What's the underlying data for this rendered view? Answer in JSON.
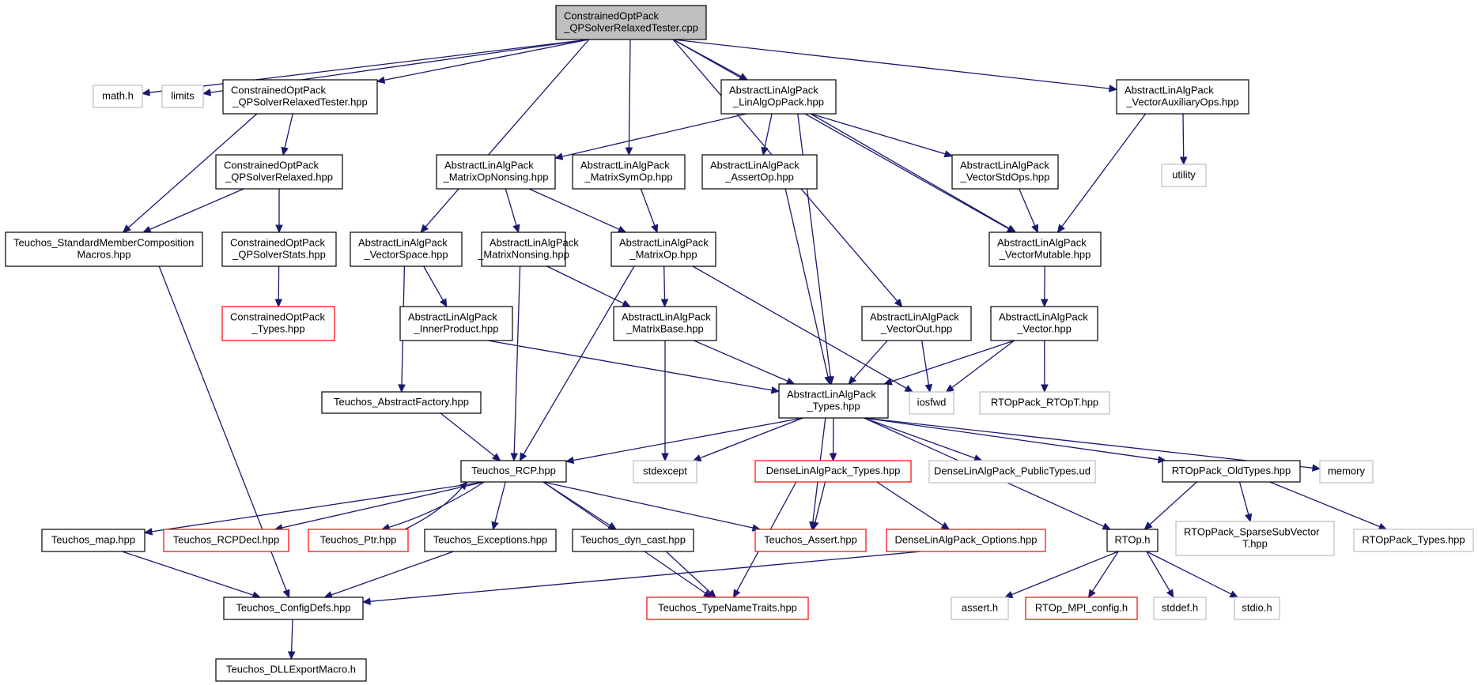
{
  "diagram": {
    "type": "include-dependency-graph",
    "colors": {
      "edge": "#191970",
      "root_fill": "#bfbfbf",
      "normal_border": "#000000",
      "truncated_border": "#ff0000",
      "external_border": "#bfbfbf",
      "text": "#000000"
    },
    "nodes": [
      {
        "id": "root",
        "style": "root",
        "lines": [
          "ConstrainedOptPack",
          "_QPSolverRelaxedTester.cpp"
        ]
      },
      {
        "id": "math_h",
        "style": "external",
        "lines": [
          "math.h"
        ]
      },
      {
        "id": "limits",
        "style": "external",
        "lines": [
          "limits"
        ]
      },
      {
        "id": "cop_tester_hpp",
        "style": "normal",
        "lines": [
          "ConstrainedOptPack",
          "_QPSolverRelaxedTester.hpp"
        ]
      },
      {
        "id": "ala_linalgoppack",
        "style": "normal",
        "lines": [
          "AbstractLinAlgPack",
          "_LinAlgOpPack.hpp"
        ]
      },
      {
        "id": "ala_vecauxops",
        "style": "normal",
        "lines": [
          "AbstractLinAlgPack",
          "_VectorAuxiliaryOps.hpp"
        ]
      },
      {
        "id": "utility",
        "style": "external",
        "lines": [
          "utility"
        ]
      },
      {
        "id": "cop_relaxed",
        "style": "normal",
        "lines": [
          "ConstrainedOptPack",
          "_QPSolverRelaxed.hpp"
        ]
      },
      {
        "id": "ala_matopnonsing",
        "style": "normal",
        "lines": [
          "AbstractLinAlgPack",
          "_MatrixOpNonsing.hpp"
        ]
      },
      {
        "id": "ala_matsymop",
        "style": "normal",
        "lines": [
          "AbstractLinAlgPack",
          "_MatrixSymOp.hpp"
        ]
      },
      {
        "id": "ala_assertop",
        "style": "normal",
        "lines": [
          "AbstractLinAlgPack",
          "_AssertOp.hpp"
        ]
      },
      {
        "id": "ala_vecstdops",
        "style": "normal",
        "lines": [
          "AbstractLinAlgPack",
          "_VectorStdOps.hpp"
        ]
      },
      {
        "id": "teuchos_smc",
        "style": "normal",
        "lines": [
          "Teuchos_StandardMemberComposition",
          "Macros.hpp"
        ]
      },
      {
        "id": "cop_stats",
        "style": "normal",
        "lines": [
          "ConstrainedOptPack",
          "_QPSolverStats.hpp"
        ]
      },
      {
        "id": "ala_vecspace",
        "style": "normal",
        "lines": [
          "AbstractLinAlgPack",
          "_VectorSpace.hpp"
        ]
      },
      {
        "id": "ala_matnonsing",
        "style": "normal",
        "lines": [
          "AbstractLinAlgPack",
          "_MatrixNonsing.hpp"
        ]
      },
      {
        "id": "ala_matop",
        "style": "normal",
        "lines": [
          "AbstractLinAlgPack",
          "_MatrixOp.hpp"
        ]
      },
      {
        "id": "ala_vecmutable",
        "style": "normal",
        "lines": [
          "AbstractLinAlgPack",
          "_VectorMutable.hpp"
        ]
      },
      {
        "id": "cop_types",
        "style": "truncated",
        "lines": [
          "ConstrainedOptPack",
          "_Types.hpp"
        ]
      },
      {
        "id": "ala_innerprod",
        "style": "normal",
        "lines": [
          "AbstractLinAlgPack",
          "_InnerProduct.hpp"
        ]
      },
      {
        "id": "ala_matbase",
        "style": "normal",
        "lines": [
          "AbstractLinAlgPack",
          "_MatrixBase.hpp"
        ]
      },
      {
        "id": "ala_vecout",
        "style": "normal",
        "lines": [
          "AbstractLinAlgPack",
          "_VectorOut.hpp"
        ]
      },
      {
        "id": "ala_vector",
        "style": "normal",
        "lines": [
          "AbstractLinAlgPack",
          "_Vector.hpp"
        ]
      },
      {
        "id": "teuchos_absfactory",
        "style": "normal",
        "lines": [
          "Teuchos_AbstractFactory.hpp"
        ]
      },
      {
        "id": "ala_types",
        "style": "normal",
        "lines": [
          "AbstractLinAlgPack",
          "_Types.hpp"
        ]
      },
      {
        "id": "iosfwd",
        "style": "external",
        "lines": [
          "iosfwd"
        ]
      },
      {
        "id": "rtop_rtopt",
        "style": "external",
        "lines": [
          "RTOpPack_RTOpT.hpp"
        ]
      },
      {
        "id": "teuchos_rcp",
        "style": "normal",
        "lines": [
          "Teuchos_RCP.hpp"
        ]
      },
      {
        "id": "stdexcept",
        "style": "external",
        "lines": [
          "stdexcept"
        ]
      },
      {
        "id": "dla_types",
        "style": "truncated",
        "lines": [
          "DenseLinAlgPack_Types.hpp"
        ]
      },
      {
        "id": "dla_publictypes",
        "style": "external",
        "lines": [
          "DenseLinAlgPack_PublicTypes.ud"
        ]
      },
      {
        "id": "rtop_oldtypes",
        "style": "normal",
        "lines": [
          "RTOpPack_OldTypes.hpp"
        ]
      },
      {
        "id": "memory",
        "style": "external",
        "lines": [
          "memory"
        ]
      },
      {
        "id": "teuchos_map",
        "style": "normal",
        "lines": [
          "Teuchos_map.hpp"
        ]
      },
      {
        "id": "teuchos_rcpdecl",
        "style": "truncated",
        "lines": [
          "Teuchos_RCPDecl.hpp"
        ]
      },
      {
        "id": "teuchos_ptr",
        "style": "truncated",
        "lines": [
          "Teuchos_Ptr.hpp"
        ]
      },
      {
        "id": "teuchos_exceptions",
        "style": "normal",
        "lines": [
          "Teuchos_Exceptions.hpp"
        ]
      },
      {
        "id": "teuchos_dyncast",
        "style": "normal",
        "lines": [
          "Teuchos_dyn_cast.hpp"
        ]
      },
      {
        "id": "teuchos_assert",
        "style": "truncated",
        "lines": [
          "Teuchos_Assert.hpp"
        ]
      },
      {
        "id": "dla_options",
        "style": "truncated",
        "lines": [
          "DenseLinAlgPack_Options.hpp"
        ]
      },
      {
        "id": "rtop_h",
        "style": "normal",
        "lines": [
          "RTOp.h"
        ]
      },
      {
        "id": "rtop_sparsesub",
        "style": "external",
        "lines": [
          "RTOpPack_SparseSubVector",
          "T.hpp"
        ]
      },
      {
        "id": "rtop_types",
        "style": "external",
        "lines": [
          "RTOpPack_Types.hpp"
        ]
      },
      {
        "id": "teuchos_configdefs",
        "style": "normal",
        "lines": [
          "Teuchos_ConfigDefs.hpp"
        ]
      },
      {
        "id": "teuchos_typenametraits",
        "style": "truncated",
        "lines": [
          "Teuchos_TypeNameTraits.hpp"
        ]
      },
      {
        "id": "assert_h",
        "style": "external",
        "lines": [
          "assert.h"
        ]
      },
      {
        "id": "rtop_mpi",
        "style": "truncated",
        "lines": [
          "RTOp_MPI_config.h"
        ]
      },
      {
        "id": "stddef_h",
        "style": "external",
        "lines": [
          "stddef.h"
        ]
      },
      {
        "id": "stdio_h",
        "style": "external",
        "lines": [
          "stdio.h"
        ]
      },
      {
        "id": "teuchos_dllexport",
        "style": "normal",
        "lines": [
          "Teuchos_DLLExportMacro.h"
        ]
      }
    ],
    "edges": [
      [
        "root",
        "math_h"
      ],
      [
        "root",
        "limits"
      ],
      [
        "root",
        "cop_tester_hpp"
      ],
      [
        "root",
        "ala_vecspace"
      ],
      [
        "root",
        "ala_matsymop"
      ],
      [
        "root",
        "ala_linalgoppack"
      ],
      [
        "root",
        "ala_vecout"
      ],
      [
        "root",
        "ala_vecmutable"
      ],
      [
        "root",
        "ala_vecauxops"
      ],
      [
        "cop_tester_hpp",
        "teuchos_smc"
      ],
      [
        "cop_tester_hpp",
        "cop_relaxed"
      ],
      [
        "cop_relaxed",
        "teuchos_smc"
      ],
      [
        "cop_relaxed",
        "cop_stats"
      ],
      [
        "cop_stats",
        "cop_types"
      ],
      [
        "teuchos_smc",
        "teuchos_configdefs"
      ],
      [
        "ala_linalgoppack",
        "ala_matopnonsing"
      ],
      [
        "ala_linalgoppack",
        "ala_assertop"
      ],
      [
        "ala_linalgoppack",
        "ala_types"
      ],
      [
        "ala_linalgoppack",
        "ala_vecstdops"
      ],
      [
        "ala_linalgoppack",
        "ala_vecmutable"
      ],
      [
        "ala_vecauxops",
        "utility"
      ],
      [
        "ala_vecauxops",
        "ala_vecmutable"
      ],
      [
        "ala_vecstdops",
        "ala_vecmutable"
      ],
      [
        "ala_matopnonsing",
        "ala_matnonsing"
      ],
      [
        "ala_matopnonsing",
        "ala_matop"
      ],
      [
        "ala_matsymop",
        "ala_matop"
      ],
      [
        "ala_assertop",
        "ala_types"
      ],
      [
        "ala_vecspace",
        "ala_innerprod"
      ],
      [
        "ala_vecspace",
        "teuchos_absfactory"
      ],
      [
        "ala_matnonsing",
        "ala_matbase"
      ],
      [
        "ala_matnonsing",
        "teuchos_rcp"
      ],
      [
        "ala_matop",
        "ala_matbase"
      ],
      [
        "ala_matop",
        "teuchos_rcp"
      ],
      [
        "ala_matop",
        "iosfwd"
      ],
      [
        "ala_vecmutable",
        "ala_vector"
      ],
      [
        "ala_innerprod",
        "ala_types"
      ],
      [
        "ala_matbase",
        "ala_types"
      ],
      [
        "ala_matbase",
        "stdexcept"
      ],
      [
        "ala_vecout",
        "ala_types"
      ],
      [
        "ala_vecout",
        "iosfwd"
      ],
      [
        "ala_vector",
        "ala_types"
      ],
      [
        "ala_vector",
        "iosfwd"
      ],
      [
        "ala_vector",
        "rtop_rtopt"
      ],
      [
        "teuchos_absfactory",
        "teuchos_rcp"
      ],
      [
        "ala_types",
        "teuchos_rcp"
      ],
      [
        "ala_types",
        "stdexcept"
      ],
      [
        "ala_types",
        "teuchos_assert"
      ],
      [
        "ala_types",
        "dla_types"
      ],
      [
        "ala_types",
        "dla_publictypes"
      ],
      [
        "ala_types",
        "rtop_oldtypes"
      ],
      [
        "ala_types",
        "memory"
      ],
      [
        "ala_types",
        "rtop_h"
      ],
      [
        "teuchos_rcp",
        "teuchos_map"
      ],
      [
        "teuchos_rcp",
        "teuchos_rcpdecl"
      ],
      [
        "teuchos_rcp",
        "teuchos_ptr"
      ],
      [
        "teuchos_ptr",
        "teuchos_rcp"
      ],
      [
        "teuchos_rcp",
        "teuchos_exceptions"
      ],
      [
        "teuchos_rcp",
        "teuchos_dyncast"
      ],
      [
        "teuchos_rcp",
        "teuchos_assert"
      ],
      [
        "teuchos_rcp",
        "teuchos_typenametraits"
      ],
      [
        "dla_types",
        "teuchos_assert"
      ],
      [
        "dla_types",
        "dla_options"
      ],
      [
        "dla_types",
        "teuchos_typenametraits"
      ],
      [
        "rtop_oldtypes",
        "rtop_h"
      ],
      [
        "rtop_oldtypes",
        "rtop_sparsesub"
      ],
      [
        "rtop_oldtypes",
        "rtop_types"
      ],
      [
        "teuchos_map",
        "teuchos_configdefs"
      ],
      [
        "teuchos_exceptions",
        "teuchos_configdefs"
      ],
      [
        "teuchos_dyncast",
        "teuchos_typenametraits"
      ],
      [
        "dla_options",
        "teuchos_configdefs"
      ],
      [
        "rtop_h",
        "assert_h"
      ],
      [
        "rtop_h",
        "rtop_mpi"
      ],
      [
        "rtop_h",
        "stddef_h"
      ],
      [
        "rtop_h",
        "stdio_h"
      ],
      [
        "teuchos_configdefs",
        "teuchos_dllexport"
      ]
    ]
  }
}
